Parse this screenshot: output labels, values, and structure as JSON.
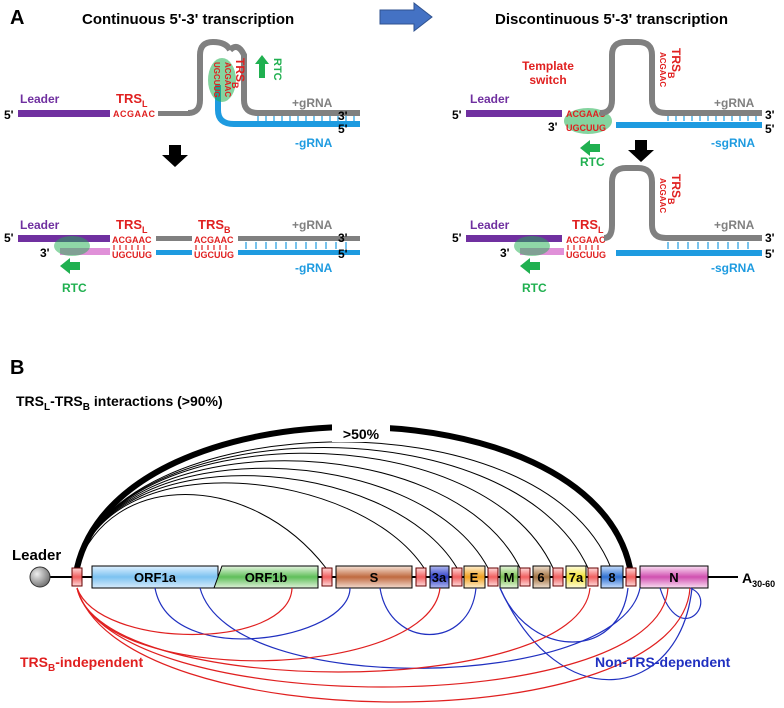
{
  "panel_a": {
    "label": "A",
    "left_title": "Continuous 5'-3' transcription",
    "right_title": "Discontinuous 5'-3' transcription",
    "five_prime": "5'",
    "three_prime": "3'",
    "leader": "Leader",
    "trs_l_main": "TRS",
    "trs_l_sub": "L",
    "trs_b_main": "TRS",
    "trs_b_sub": "B",
    "seq_top": "ACGAAC",
    "seq_bottom": "UGCUUG",
    "plus_grna": "+gRNA",
    "minus_grna": "-gRNA",
    "minus_sgrna": "-sgRNA",
    "rtc": "RTC",
    "template_switch_line1": "Template",
    "template_switch_line2": "switch"
  },
  "panel_b": {
    "label": "B",
    "interactions_main": "TRS",
    "interactions_sub1": "L",
    "interactions_mid": "-TRS",
    "interactions_sub2": "B",
    "interactions_tail": " interactions (>90%)",
    "big_arc_label": ">50%",
    "leader": "Leader",
    "poly_a_main": "A",
    "poly_a_sub": "30-60",
    "orfs": [
      "ORF1a",
      "ORF1b",
      "S",
      "3a",
      "E",
      "M",
      "6",
      "7a",
      "8",
      "N"
    ],
    "trsb_indep_main": "TRS",
    "trsb_indep_sub": "B",
    "trsb_indep_tail": "-independent",
    "non_trs_dependent": "Non-TRS-dependent"
  },
  "colors": {
    "leader_purple": "#7030a0",
    "trs_red": "#e02020",
    "grna_gray": "#808080",
    "minus_blue": "#1e9be0",
    "rtc_green": "#20b050",
    "arrow_blue": "#4472c4",
    "arc_blue": "#2030c0",
    "arc_red": "#e02020"
  }
}
